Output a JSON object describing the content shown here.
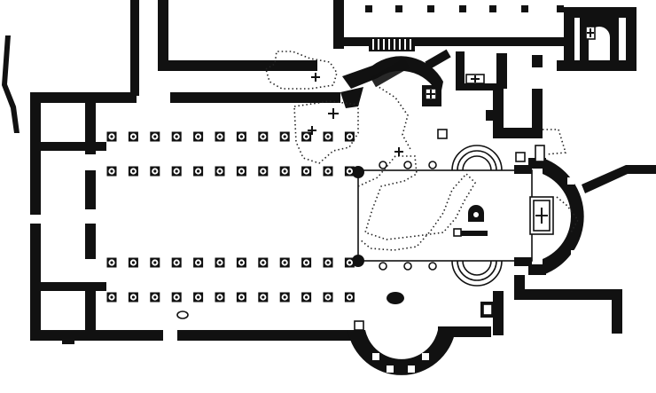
{
  "plan": {
    "background": "#ffffff",
    "ink": "#111111",
    "pier_rows": [
      {
        "count": 12,
        "kind": "square-pier-with-dot"
      },
      {
        "count": 12,
        "kind": "square-pier-with-dot"
      },
      {
        "count": 12,
        "kind": "square-pier-with-dot"
      },
      {
        "count": 12,
        "kind": "square-pier-with-dot"
      }
    ],
    "icons": [
      "altar-cross-icon",
      "tomb-icon",
      "stair-icon",
      "column-icon"
    ]
  }
}
